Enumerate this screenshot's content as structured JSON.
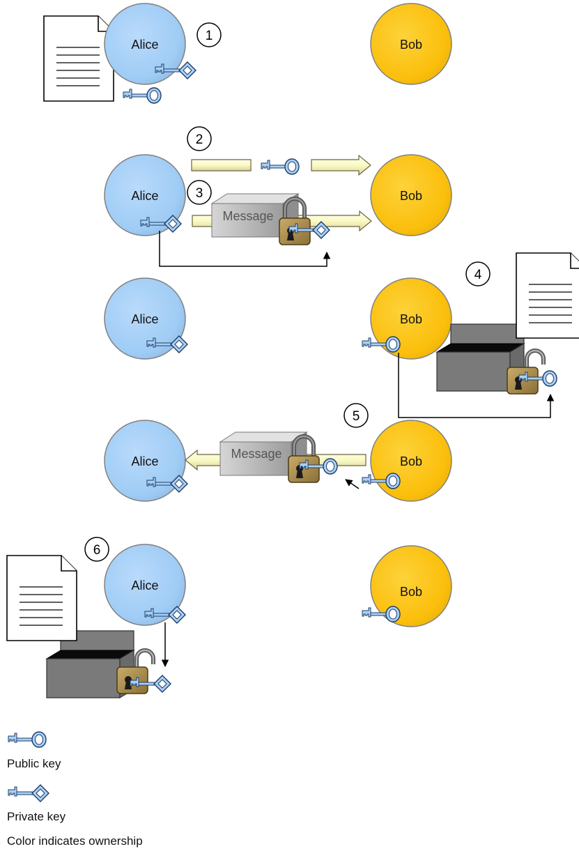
{
  "participants": {
    "alice": "Alice",
    "bob": "Bob"
  },
  "steps": [
    "1",
    "2",
    "3",
    "4",
    "5",
    "6"
  ],
  "message_label": "Message",
  "legend": {
    "public_key": "Public key",
    "private_key": "Private key",
    "note": "Color indicates ownership"
  },
  "colors": {
    "alice": "#9fccf5",
    "bob": "#fbbf0c",
    "key": "#a9d1f7",
    "arrow": "#fdfdc8",
    "lock": "#a58a4c"
  }
}
